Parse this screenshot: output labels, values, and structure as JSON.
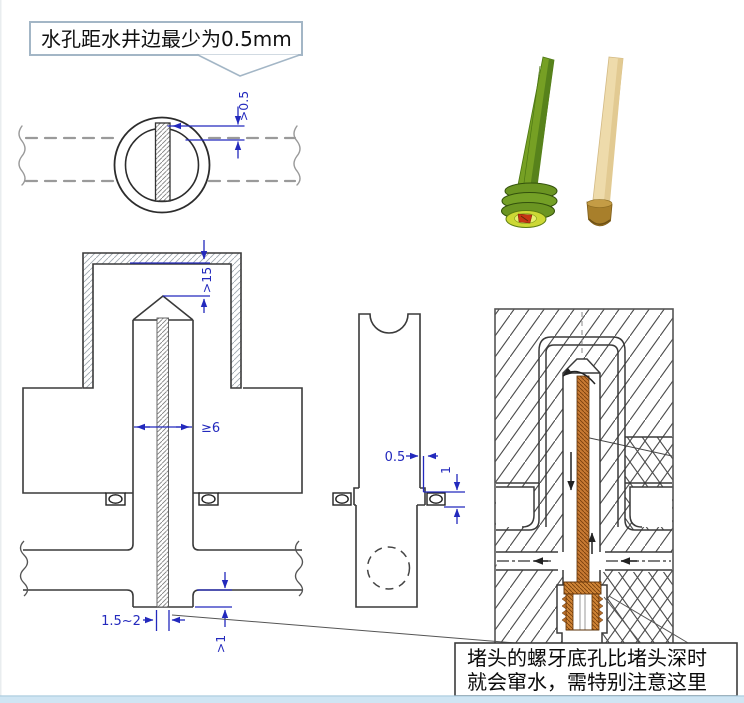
{
  "callout_top": {
    "text": "水孔距水井边最少为0.5mm"
  },
  "note_bottom": {
    "line1": "堵头的螺牙底孔比堵头深时",
    "line2": "就会窜水，需特别注意这里"
  },
  "dimensions": {
    "hole_to_well_edge": ">0.5",
    "well_tip_to_surface": ">15",
    "well_min_width": "≥6",
    "baffle_side_clearance": "0.5",
    "baffle_seat_step": "1",
    "baffle_thickness": "1.5~2",
    "well_bottom_below_channel": ">1"
  },
  "icons": {
    "green_plug": "green-baffle-plug-3d-render",
    "brass_plug": "brass-baffle-plug-3d-render"
  },
  "colors": {
    "dimension_blue": "#2329bd",
    "line_dark": "#3a3a3a",
    "baffle_orange": "#c87a33",
    "plug_green": "#76a024",
    "plug_tan": "#eedbab",
    "footer_blue": "#cfe5f3",
    "callout_border": "#a3b6c6"
  }
}
